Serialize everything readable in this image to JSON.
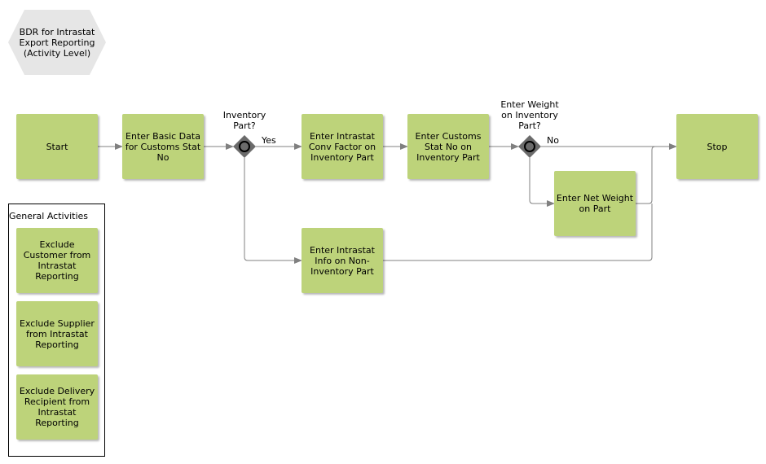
{
  "diagram": {
    "title": "BDR for Intrastat Export Reporting (Activity Level)",
    "nodes": {
      "start": "Start",
      "basic_data": "Enter Basic Data for Customs Stat No",
      "conv_factor": "Enter Intrastat Conv Factor on Inventory Part",
      "customs_stat": "Enter Customs Stat No on Inventory Part",
      "stop": "Stop",
      "net_weight": "Enter Net Weight on Part",
      "non_inventory": "Enter Intrastat Info on Non-Inventory Part"
    },
    "decisions": {
      "inventory_part": "Inventory Part?",
      "enter_weight": "Enter Weight on Inventory Part?"
    },
    "edge_labels": {
      "yes": "Yes",
      "no": "No"
    },
    "general": {
      "title": "General Activities",
      "items": [
        "Exclude Customer from Intrastat Reporting",
        "Exclude Supplier from Intrastat Reporting",
        "Exclude Delivery Recipient from Intrastat Reporting"
      ]
    }
  },
  "colors": {
    "activity_fill": "#bdd37a",
    "gateway_fill": "#6b6b6b",
    "title_fill": "#e6e6e6",
    "connector": "#808080"
  }
}
